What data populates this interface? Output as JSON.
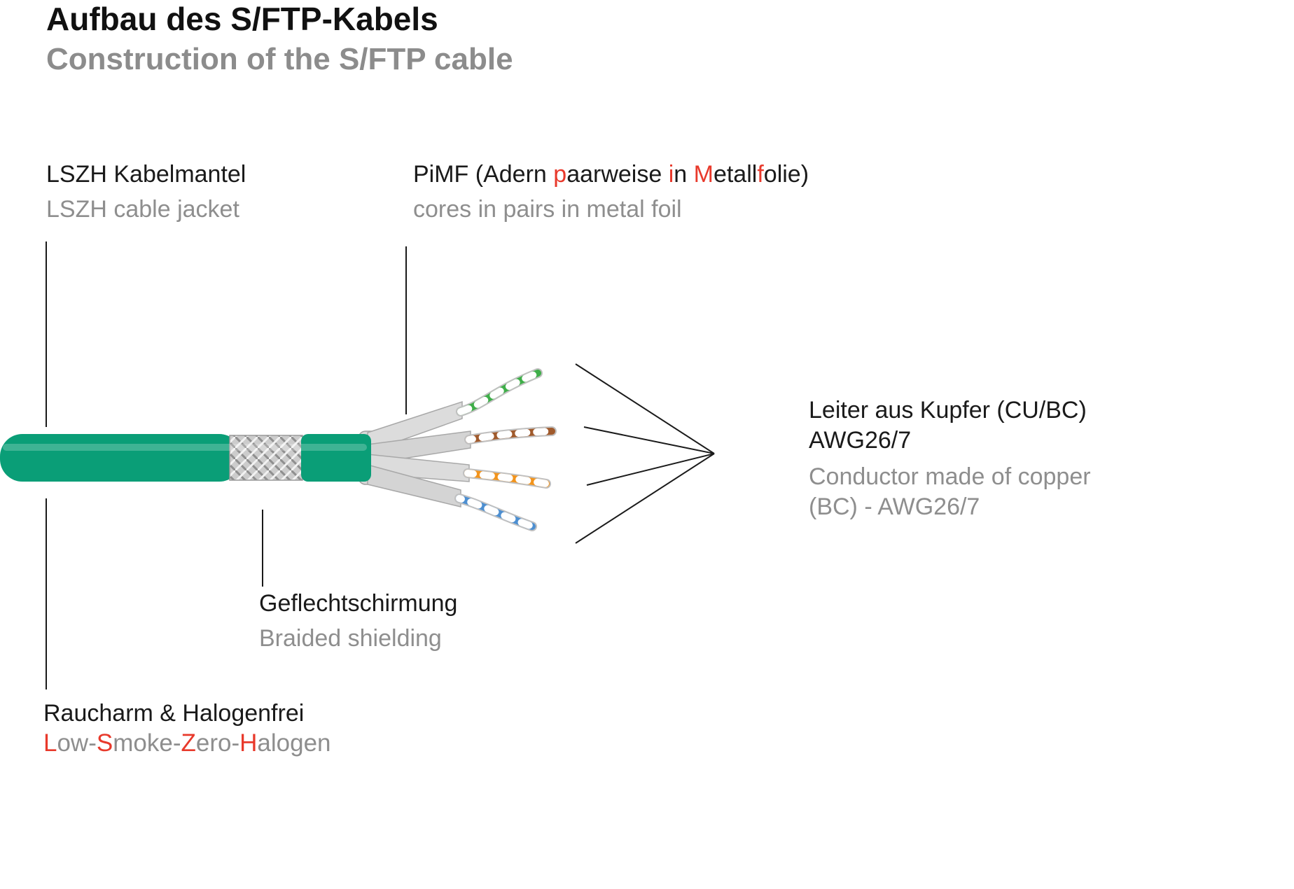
{
  "title": "Aufbau des S/FTP-Kabels",
  "subtitle": "Construction of the S/FTP cable",
  "accent_red": "#e8392b",
  "cable": {
    "jacket_color": "#0a9e77",
    "braid_color": "#cccccc",
    "foil_color": "#d9d9d9",
    "pair_colors": [
      "#3fae49",
      "#a05a2c",
      "#f2941d",
      "#4d8fd1"
    ]
  },
  "labels": {
    "jacket_de": "LSZH Kabelmantel",
    "jacket_en": "LSZH cable jacket",
    "pimf_de_segments": [
      {
        "text": "PiMF (Adern "
      },
      {
        "text": "p",
        "red": true
      },
      {
        "text": "aarweise "
      },
      {
        "text": "i",
        "red": true
      },
      {
        "text": "n "
      },
      {
        "text": "M",
        "red": true
      },
      {
        "text": "etall"
      },
      {
        "text": "f",
        "red": true
      },
      {
        "text": "olie)"
      }
    ],
    "pimf_en": "cores in pairs in metal foil",
    "conductor_de_line1": "Leiter aus Kupfer (CU/BC)",
    "conductor_de_line2": "AWG26/7",
    "conductor_en_line1": "Conductor made of copper",
    "conductor_en_line2": "(BC) - AWG26/7",
    "braid_de": "Geflechtschirmung",
    "braid_en": "Braided shielding",
    "lszh_de": "Raucharm & Halogenfrei",
    "lszh_en_segments": [
      {
        "text": "L",
        "red": true
      },
      {
        "text": "ow-"
      },
      {
        "text": "S",
        "red": true
      },
      {
        "text": "moke-"
      },
      {
        "text": "Z",
        "red": true
      },
      {
        "text": "ero-"
      },
      {
        "text": "H",
        "red": true
      },
      {
        "text": "alogen"
      }
    ]
  }
}
